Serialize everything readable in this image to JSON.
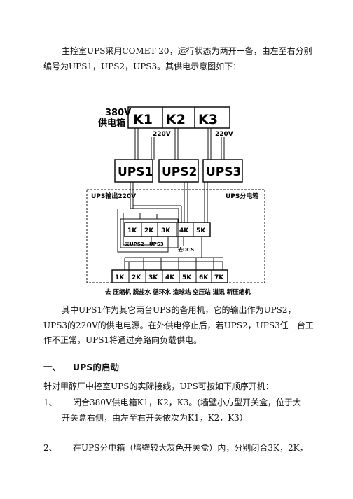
{
  "intro": "主控室UPS采用COMET 20，运行状态为两开一备，由左至右分别编号为UPS1，UPS2，UPS3。其供电示意图如下：",
  "diagram": {
    "source_label_1": "380V",
    "source_label_2": "供电箱",
    "switches": [
      "K1",
      "K2",
      "K3"
    ],
    "v220_left": "220V",
    "v220_right": "220V",
    "ups": [
      "UPS1",
      "UPS2",
      "UPS3"
    ],
    "out_label": "UPS输出220V",
    "dist_label": "UPS分电箱",
    "dist_switches": [
      "1K",
      "2K",
      "3K",
      "4K",
      "5K"
    ],
    "to_ups2": "去UPS2",
    "to_ups3": "UPS3",
    "to_dcs": "去DCS",
    "bottom_switches": [
      "1K",
      "2K",
      "3K",
      "4K",
      "5K",
      "6K",
      "7K"
    ],
    "destinations": "去 压缩机 脱盐水 循环水 造球站 空压站 道讯  新压缩机"
  },
  "para2": "其中UPS1作为其它两台UPS的备用机，它的输出作为UPS2，UPS3的220V的供电电源。在外供电停止后，若UPS2，UPS3任一台工作不正常，UPS1将通过旁路向负载供电。",
  "section1": {
    "num": "一、",
    "title": "UPS的启动"
  },
  "para3": "针对甲醇厂中控室UPS的实际接线，UPS可按如下顺序开机：",
  "item1": {
    "num": "1、",
    "line1": "闭合380V供电箱K1，K2，K3。(墙壁小方型开关盒，位于大",
    "line2": "开关盒右侧，由左至右开关依次为K1，K2，K3）"
  },
  "item2": {
    "num": "2、",
    "line1": "在UPS分电箱（墙壁较大灰色开关盒）内，分别闭合3K，2K，"
  }
}
